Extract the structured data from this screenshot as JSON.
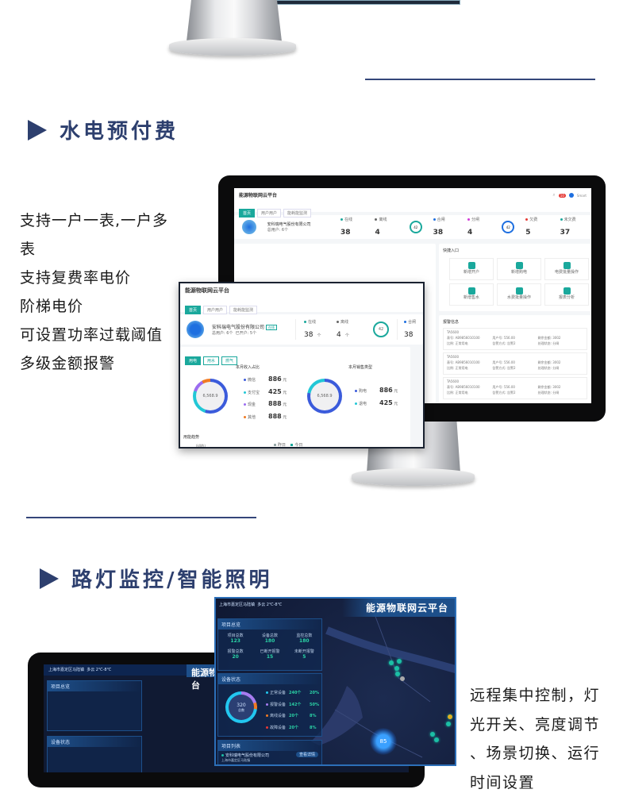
{
  "section1": {
    "title": "水电预付费",
    "features": [
      "支持一户一表,一户多",
      "表",
      "支持复费率电价",
      "阶梯电价",
      "可设置功率过载阈值",
      "多级金额报警"
    ]
  },
  "section2": {
    "title": "路灯监控/智能照明",
    "features": [
      "远程集中控制，灯",
      "光开关、亮度调节",
      "、场景切换、运行",
      "时间设置"
    ]
  },
  "light_app": {
    "title": "能源物联网云平台",
    "tabs": [
      "首页",
      "用户用户",
      "能耗能监测"
    ],
    "company": "安科瑞电气股份有限公司",
    "company_badge": "在线",
    "company_sub": [
      "总用户: 6个",
      "已开户: 5个"
    ],
    "stats": [
      {
        "label": "在线",
        "value": "38",
        "unit": "个",
        "color": "#1aa89c"
      },
      {
        "label": "离线",
        "value": "4",
        "unit": "个",
        "color": "#666666"
      },
      {
        "label": "合闸",
        "value": "38",
        "unit": "个",
        "color": "#1e6fe0"
      },
      {
        "label": "分闸",
        "value": "4",
        "unit": "个",
        "color": "#d23bd8"
      },
      {
        "label": "欠费",
        "value": "5",
        "unit": "个",
        "color": "#e53935"
      },
      {
        "label": "未欠费",
        "value": "37",
        "unit": "个",
        "color": "#1aa89c"
      }
    ],
    "ring_value": "42",
    "energy_tabs": [
      "用电",
      "用水",
      "燃气"
    ],
    "income_title": "本月收入占比",
    "income_total": "6,568.9",
    "income_items": [
      {
        "label": "微信",
        "value": "886",
        "unit": "元",
        "color": "#3b5bdb"
      },
      {
        "label": "支付宝",
        "value": "425",
        "unit": "元",
        "color": "#22c7d6"
      },
      {
        "label": "现金",
        "value": "888",
        "unit": "元",
        "color": "#9b6cf0"
      },
      {
        "label": "其他",
        "value": "888",
        "unit": "元",
        "color": "#f07a22"
      }
    ],
    "sales_title": "本月销售类型",
    "sales_total": "6,568.9",
    "sales_items": [
      {
        "label": "购电",
        "value": "886",
        "unit": "元",
        "color": "#3b5bdb"
      },
      {
        "label": "退电",
        "value": "425",
        "unit": "元",
        "color": "#22c7d6"
      }
    ],
    "trend_title": "用能趋势",
    "trend_unit": "(kWh)",
    "legend": [
      "昨日",
      "今日"
    ],
    "quick_title": "快捷入口",
    "quick": [
      "新增开户",
      "新增购电",
      "电费批量操作",
      "新增售水",
      "水费批量操作",
      "报表分析"
    ],
    "alarm_title": "报警信息",
    "alarms": [
      {
        "id": "TA5600",
        "meter": "表号: AB9856010100",
        "status": "比例: 正常用电",
        "user": "用户号: 556.00",
        "type": "告警方式: 告警2",
        "amount": "剩余金额: 3002",
        "action": "处理状态: 分闸"
      },
      {
        "id": "TA5600",
        "meter": "表号: AB9856010100",
        "status": "比例: 正常用电",
        "user": "用户号: 556.00",
        "type": "告警方式: 告警2",
        "amount": "剩余金额: 3002",
        "action": "处理状态: 分闸"
      },
      {
        "id": "TA5600",
        "meter": "表号: AB9856010100",
        "status": "比例: 正常用电",
        "user": "用户号: 556.00",
        "type": "告警方式: 告警2",
        "amount": "剩余金额: 3002",
        "action": "处理状态: 分闸"
      }
    ],
    "notify_count": "10",
    "user": "Smart"
  },
  "dark_app": {
    "title": "能源物联网云平台",
    "location": "上海市嘉定区马陆镇",
    "weather": "多云 2℃-8℃",
    "overview_title": "项目总览",
    "overview": [
      {
        "label": "项目总数",
        "value": "123"
      },
      {
        "label": "设备总数",
        "value": "180"
      },
      {
        "label": "监控总数",
        "value": "180"
      },
      {
        "label": "报警总数",
        "value": "20"
      },
      {
        "label": "已断开报警",
        "value": "15"
      },
      {
        "label": "未断开报警",
        "value": "5"
      }
    ],
    "status_title": "设备状态",
    "status_total": "320",
    "status_total_label": "总数",
    "status_items": [
      {
        "label": "正常设备",
        "count": "240个",
        "pct": "20%",
        "color": "#22c7f0"
      },
      {
        "label": "报警设备",
        "count": "142个",
        "pct": "50%",
        "color": "#a77cf0"
      },
      {
        "label": "离线设备",
        "count": "20个",
        "pct": "8%",
        "color": "#f07a22"
      },
      {
        "label": "故障设备",
        "count": "20个",
        "pct": "8%",
        "color": "#e53935"
      }
    ],
    "info_title": "项目列表",
    "info_company": "安科瑞电气股份有限公司",
    "info_addr": "上海市嘉定区马陆镇",
    "info_button": "查看详情",
    "cluster_count": "85"
  }
}
